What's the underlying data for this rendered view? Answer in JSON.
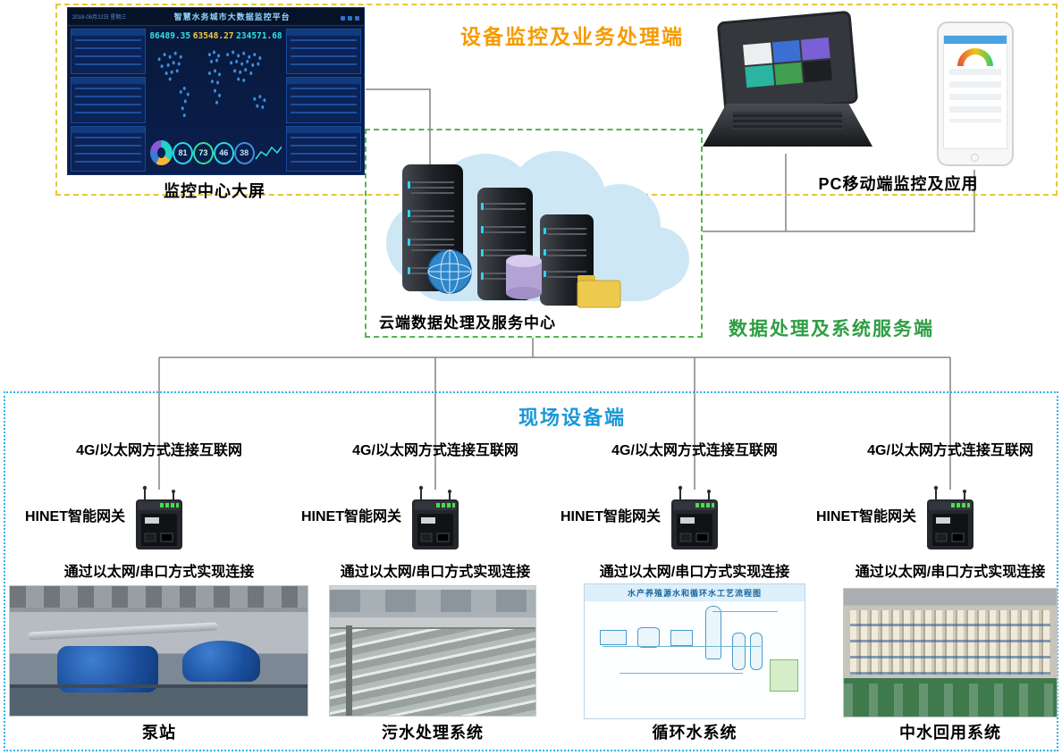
{
  "zones": {
    "monitoring": {
      "title": "设备监控及业务处理端",
      "screen_caption": "监控中心大屏",
      "pc_caption": "PC移动端监控及应用"
    },
    "cloud": {
      "caption": "云端数据处理及服务中心",
      "side_label": "数据处理及系统服务端"
    },
    "field": {
      "title": "现场设备端",
      "sites": [
        {
          "net": "4G/以太网方式连接互联网",
          "gateway": "HINET智能网关",
          "link": "通过以太网/串口方式实现连接",
          "name": "泵站"
        },
        {
          "net": "4G/以太网方式连接互联网",
          "gateway": "HINET智能网关",
          "link": "通过以太网/串口方式实现连接",
          "name": "污水处理系统"
        },
        {
          "net": "4G/以太网方式连接互联网",
          "gateway": "HINET智能网关",
          "link": "通过以太网/串口方式实现连接",
          "name": "循环水系统"
        },
        {
          "net": "4G/以太网方式连接互联网",
          "gateway": "HINET智能网关",
          "link": "通过以太网/串口方式实现连接",
          "name": "中水回用系统"
        }
      ]
    }
  },
  "dashboard": {
    "title": "智慧水务城市大数据监控平台",
    "date": "2018-08月22日 星期三",
    "stats": [
      {
        "value": "86489.35"
      },
      {
        "value": "63548.27"
      },
      {
        "value": "234571.68"
      }
    ],
    "gauges": [
      {
        "value": "81"
      },
      {
        "value": "73"
      },
      {
        "value": "46"
      },
      {
        "value": "38"
      }
    ]
  },
  "flow_diagram": {
    "title": "水产养殖源水和循环水工艺流程图"
  },
  "colors": {
    "monitor_border": "#e6c83a",
    "monitor_title": "#f59b00",
    "cloud_border": "#55b54e",
    "cloud_label": "#2f9e44",
    "field_border": "#2fb3e8",
    "field_title": "#1a98d8",
    "connection_line": "#838383"
  }
}
